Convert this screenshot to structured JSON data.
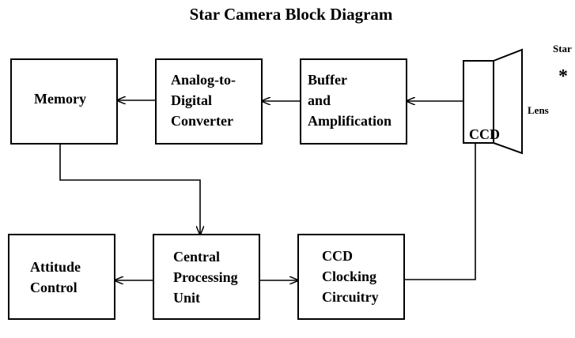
{
  "title": "Star Camera Block Diagram",
  "blocks": {
    "memory": [
      "Memory"
    ],
    "adc": [
      "Analog-to-",
      "Digital",
      "Converter"
    ],
    "buffer": [
      "Buffer",
      "and",
      "Amplification"
    ],
    "attitude": [
      "Attitude",
      "Control"
    ],
    "cpu": [
      "Central",
      "Processing",
      "Unit"
    ],
    "clocking": [
      "CCD",
      "Clocking",
      "Circuitry"
    ]
  },
  "ccd_label": "CCD",
  "lens_label": "Lens",
  "star_label": "Star",
  "star_symbol": "*"
}
